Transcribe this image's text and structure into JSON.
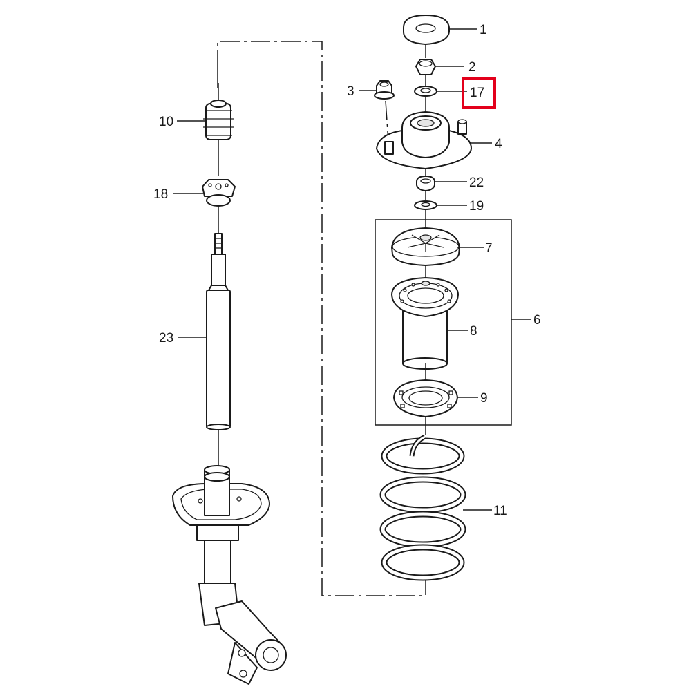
{
  "labels": {
    "p1": "1",
    "p2": "2",
    "p3": "3",
    "p4": "4",
    "p6": "6",
    "p7": "7",
    "p8": "8",
    "p9": "9",
    "p10": "10",
    "p11": "11",
    "p17": "17",
    "p18": "18",
    "p19": "19",
    "p22": "22",
    "p23": "23"
  },
  "highlight": {
    "label": "17",
    "color": "#e3001b"
  }
}
